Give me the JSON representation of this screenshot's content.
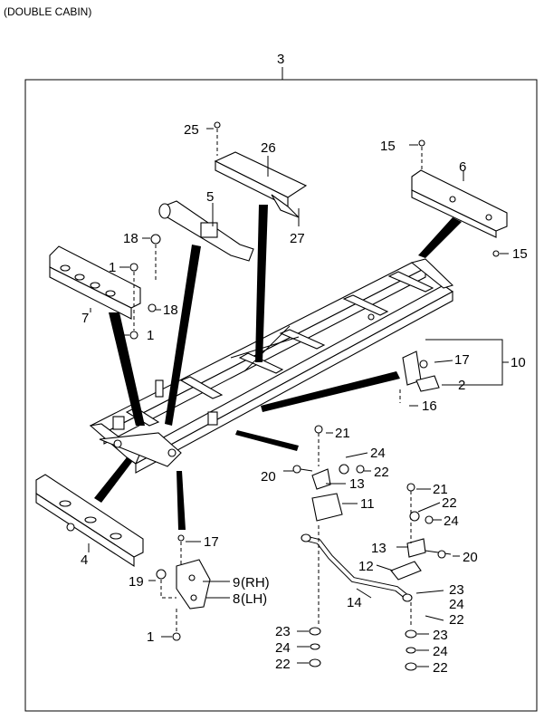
{
  "header": {
    "title": "(DOUBLE CABIN)"
  },
  "callouts": {
    "c3": "3",
    "c25": "25",
    "c26": "26",
    "c27": "27",
    "c15a": "15",
    "c6": "6",
    "c15b": "15",
    "c5": "5",
    "c18a": "18",
    "c1a": "1",
    "c18b": "18",
    "c7": "7",
    "c1b": "1",
    "c17a": "17",
    "c10": "10",
    "c2": "2",
    "c16": "16",
    "c21a": "21",
    "c24a": "24",
    "c22a": "22",
    "c20a": "20",
    "c13a": "13",
    "c11": "11",
    "c21b": "21",
    "c22b": "22",
    "c24b": "24",
    "c4": "4",
    "c17b": "17",
    "c13b": "13",
    "c20b": "20",
    "c12": "12",
    "c19": "19",
    "c9": "9",
    "c9rh": "(RH)",
    "c8": "8",
    "c8lh": "(LH)",
    "c1c": "1",
    "c14": "14",
    "c23a": "23",
    "c24c": "24",
    "c22c": "22",
    "c23b": "23",
    "c24d": "24",
    "c22d": "22",
    "c23c": "23",
    "c24e": "24",
    "c22e": "22"
  }
}
